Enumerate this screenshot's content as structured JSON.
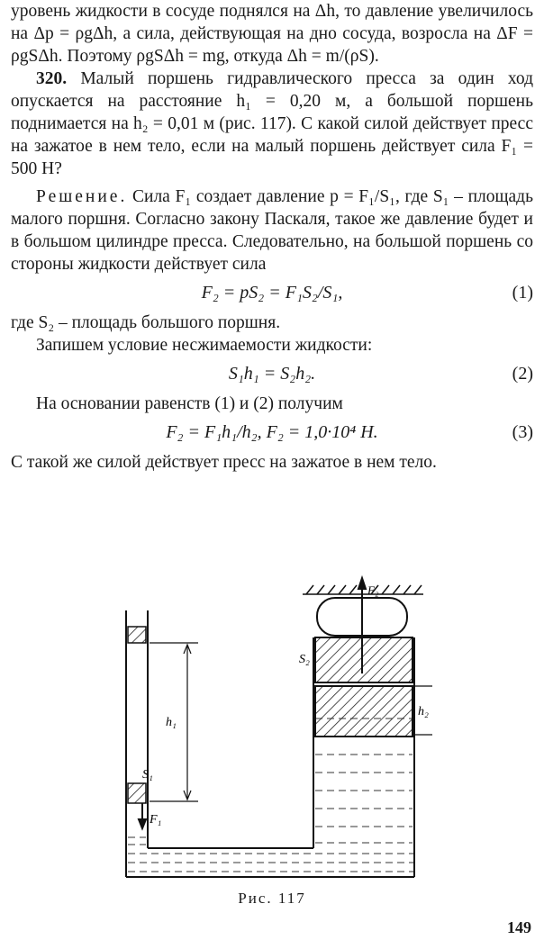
{
  "body": {
    "p1": "уровень жидкости в сосуде поднялся на Δh, то давление увеличилось на Δp = ρgΔh, а сила, действующая на дно сосуда, возросла на ΔF = ρgSΔh. Поэтому ρgSΔh = mg, откуда Δh = m/(ρS).",
    "problem_number": "320.",
    "problem_text": " Малый поршень гидравлического пресса за один ход опускается на расстояние h₁ = 0,20 м, а большой поршень поднимается на h₂ = 0,01 м (рис. 117). С какой силой действует пресс на зажатое в нем тело, если на малый поршень действует сила F₁ = 500 Н?",
    "solution_label": "Решение.",
    "solution_text": " Сила F₁ создает давление p = F₁/S₁, где S₁ – площадь малого поршня. Согласно закону Паскаля, такое же давление будет и в большом цилиндре пресса. Следовательно, на большой поршень со стороны жидкости действует сила",
    "eq1": "F₂ = pS₂ = F₁S₂/S₁,",
    "eq1_num": "(1)",
    "after_eq1": "где S₂ – площадь большого поршня.",
    "incompress": "Запишем условие несжимаемости жидкости:",
    "eq2": "S₁h₁ = S₂h₂.",
    "eq2_num": "(2)",
    "based_on": "На основании равенств (1) и (2) получим",
    "eq3": "F₂ = F₁h₁/h₂, F₂ = 1,0·10⁴ Н.",
    "eq3_num": "(3)",
    "conclusion": "С такой же силой действует пресс на зажатое в нем тело."
  },
  "figure": {
    "labels": {
      "F2": "F₂",
      "S2": "S₂",
      "h1": "h₁",
      "h2": "h₂",
      "S1": "S₁",
      "F1": "F₁"
    },
    "caption": "Рис. 117"
  },
  "page_number": "149"
}
